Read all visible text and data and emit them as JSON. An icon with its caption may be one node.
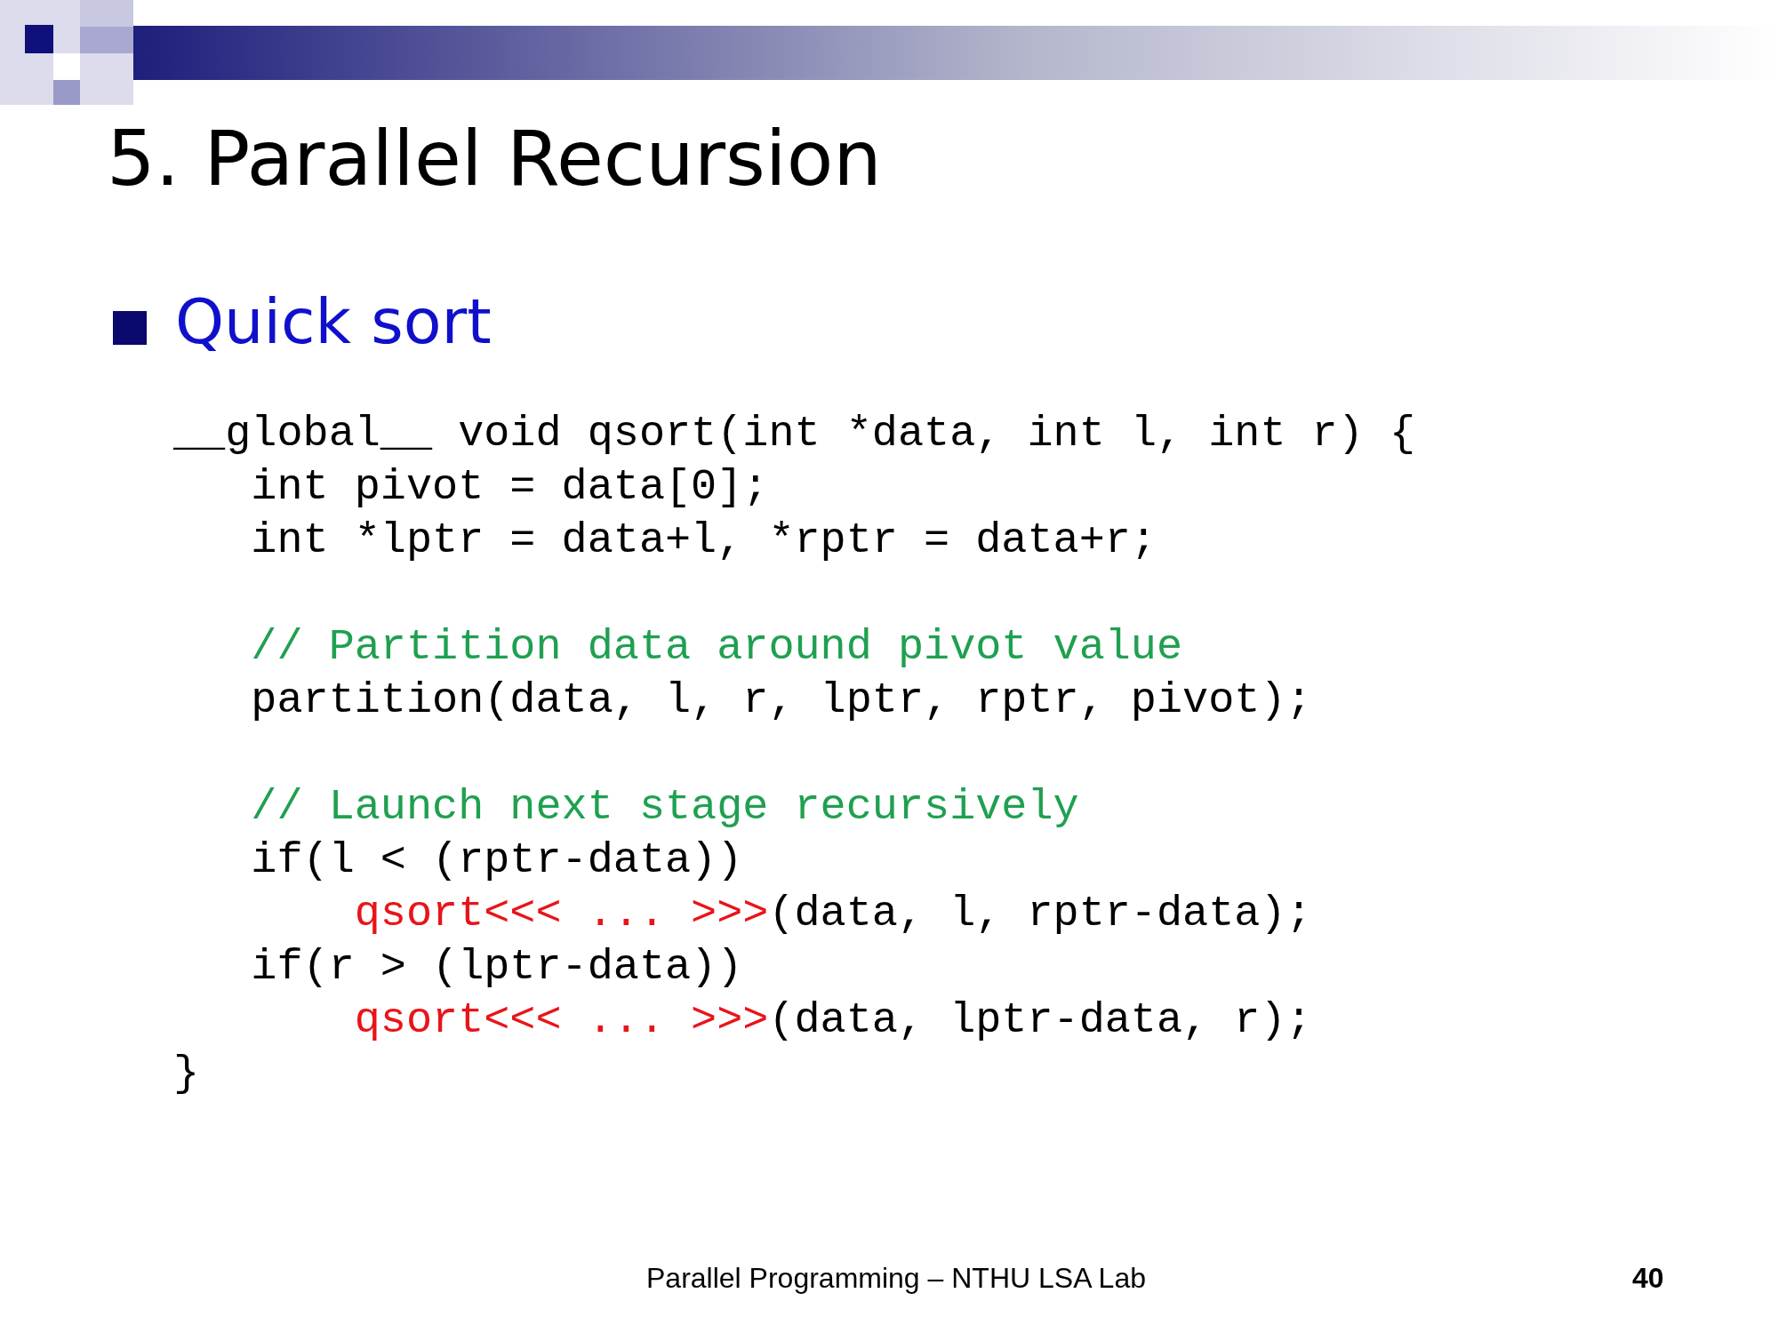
{
  "diagram": {
    "title": "5. Parallel Recursion",
    "labels": [
      "Quick sort",
      "__global__ void qsort(int *data, int l, int r) {",
      "int pivot = data[0];",
      "int *lptr = data+l, *rptr = data+r;",
      "// Partition data around pivot value",
      "partition(data, l, r, lptr, rptr, pivot);",
      "// Launch next stage recursively",
      "if(l < (rptr-data))",
      "qsort<<< ... >>>",
      "(data, l, rptr-data);",
      "if(r > (lptr-data))",
      "qsort<<< ... >>>",
      "(data, lptr-data, r);",
      "}",
      "Parallel Programming – NTHU LSA Lab",
      "40"
    ]
  }
}
